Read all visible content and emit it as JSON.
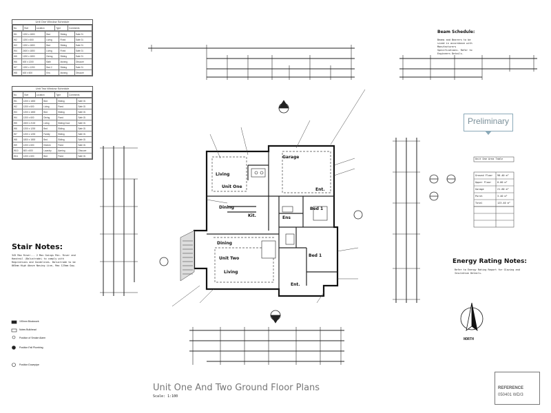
{
  "drawing_title": "Unit One And Two Ground Floor Plans",
  "scale": "Scale: 1:100",
  "stamp": "Preliminary",
  "stair_notes": {
    "title": "Stair Notes:",
    "text": "345 Max Riser... 2 Max Goings Min. Riser and Handrail (Balustrade) to comply with Regulations and Guidelines. Balustrade to be 865mm High Above Nosing Line, Max 125mm Gap."
  },
  "beam_schedule": {
    "title": "Beam Schedule:",
    "text": "Beams and Bearers to be sized in accordance with Manufacturers Specifications. Refer to Engineers Details."
  },
  "energy_notes": {
    "title": "Energy Rating Notes:",
    "text": "Refer to Energy Rating Report for Glazing and Insulation Details."
  },
  "north": {
    "label": "NORTH"
  },
  "reference": {
    "label": "REFERENCE",
    "number": "050401 WD/3"
  },
  "schedule1": {
    "title": "Unit One Window Schedule",
    "headers": [
      "No.",
      "Size",
      "Location",
      "Type",
      "Comments"
    ],
    "rows": [
      [
        "W1",
        "1200 x 1800",
        "Bed",
        "Sliding",
        "Safe Gl."
      ],
      [
        "W2",
        "1200 x 600",
        "Living",
        "Fixed",
        "Safe Gl."
      ],
      [
        "W3",
        "1200 x 1800",
        "Bed",
        "Sliding",
        "Safe Gl."
      ],
      [
        "W4",
        "2400 x 1800",
        "Living",
        "Fixed",
        "Safe Gl."
      ],
      [
        "W5",
        "1200 x 1800",
        "Dining",
        "Sliding",
        "Safe Gl."
      ],
      [
        "W6",
        "600 x 1200",
        "Bath",
        "Awning",
        "Obscure"
      ],
      [
        "W7",
        "1200 x 1200",
        "Bed 2",
        "Sliding",
        "Safe Gl."
      ],
      [
        "W8",
        "600 x 600",
        "Ens",
        "Awning",
        "Obscure"
      ]
    ]
  },
  "schedule2": {
    "title": "Unit Two Window Schedule",
    "headers": [
      "No.",
      "Size",
      "Location",
      "Type",
      "Comments"
    ],
    "rows": [
      [
        "W1",
        "1200 x 1800",
        "Bed",
        "Sliding",
        "Safe Gl."
      ],
      [
        "W2",
        "1200 x 600",
        "Living",
        "Fixed",
        "Safe Gl."
      ],
      [
        "W3",
        "1200 x 1800",
        "Bed",
        "Sliding",
        "Safe Gl."
      ],
      [
        "W4",
        "1200 x 600",
        "Dining",
        "Fixed",
        "Safe Gl."
      ],
      [
        "W5",
        "2400 x 2100",
        "Living",
        "Sliding Door",
        "Safe Gl."
      ],
      [
        "W6",
        "1200 x 1200",
        "Bed",
        "Sliding",
        "Safe Gl."
      ],
      [
        "W7",
        "1200 x 1200",
        "Family",
        "Sliding",
        "Safe Gl."
      ],
      [
        "W8",
        "1800 x 1800",
        "Bed",
        "Sliding",
        "Safe Gl."
      ],
      [
        "W9",
        "1200 x 600",
        "Kitchen",
        "Fixed",
        "Safe Gl."
      ],
      [
        "W10",
        "600 x 600",
        "Laundry",
        "Awning",
        "Obscure"
      ],
      [
        "W11",
        "1200 x 600",
        "Bed",
        "Fixed",
        "Safe Gl."
      ]
    ]
  },
  "rooms": {
    "garage": "Garage",
    "living": "Living",
    "unit_one": "Unit One",
    "dining": "Dining",
    "kit": "Kit.",
    "ens": "Ens",
    "bed1": "Bed 1",
    "ent": "Ent.",
    "dining2": "Dining",
    "unit_two": "Unit Two",
    "living2": "Living",
    "bed1b": "Bed 1",
    "ent2": "Ent."
  },
  "legend": [
    "190mm Blockwork",
    "Notes Bulkhead",
    "Position of Smoke Alarm",
    "Position Fall Plumbing",
    "Position Downpipe"
  ],
  "area_table": {
    "title": "Unit One Area Table",
    "rows": [
      [
        "Ground Floor",
        "98.40 m²"
      ],
      [
        "Upper Floor",
        "0.00 m²"
      ],
      [
        "Garage",
        "21.60 m²"
      ],
      [
        "Porch",
        "3.40 m²"
      ],
      [
        "Total",
        "123.40 m²"
      ]
    ]
  }
}
